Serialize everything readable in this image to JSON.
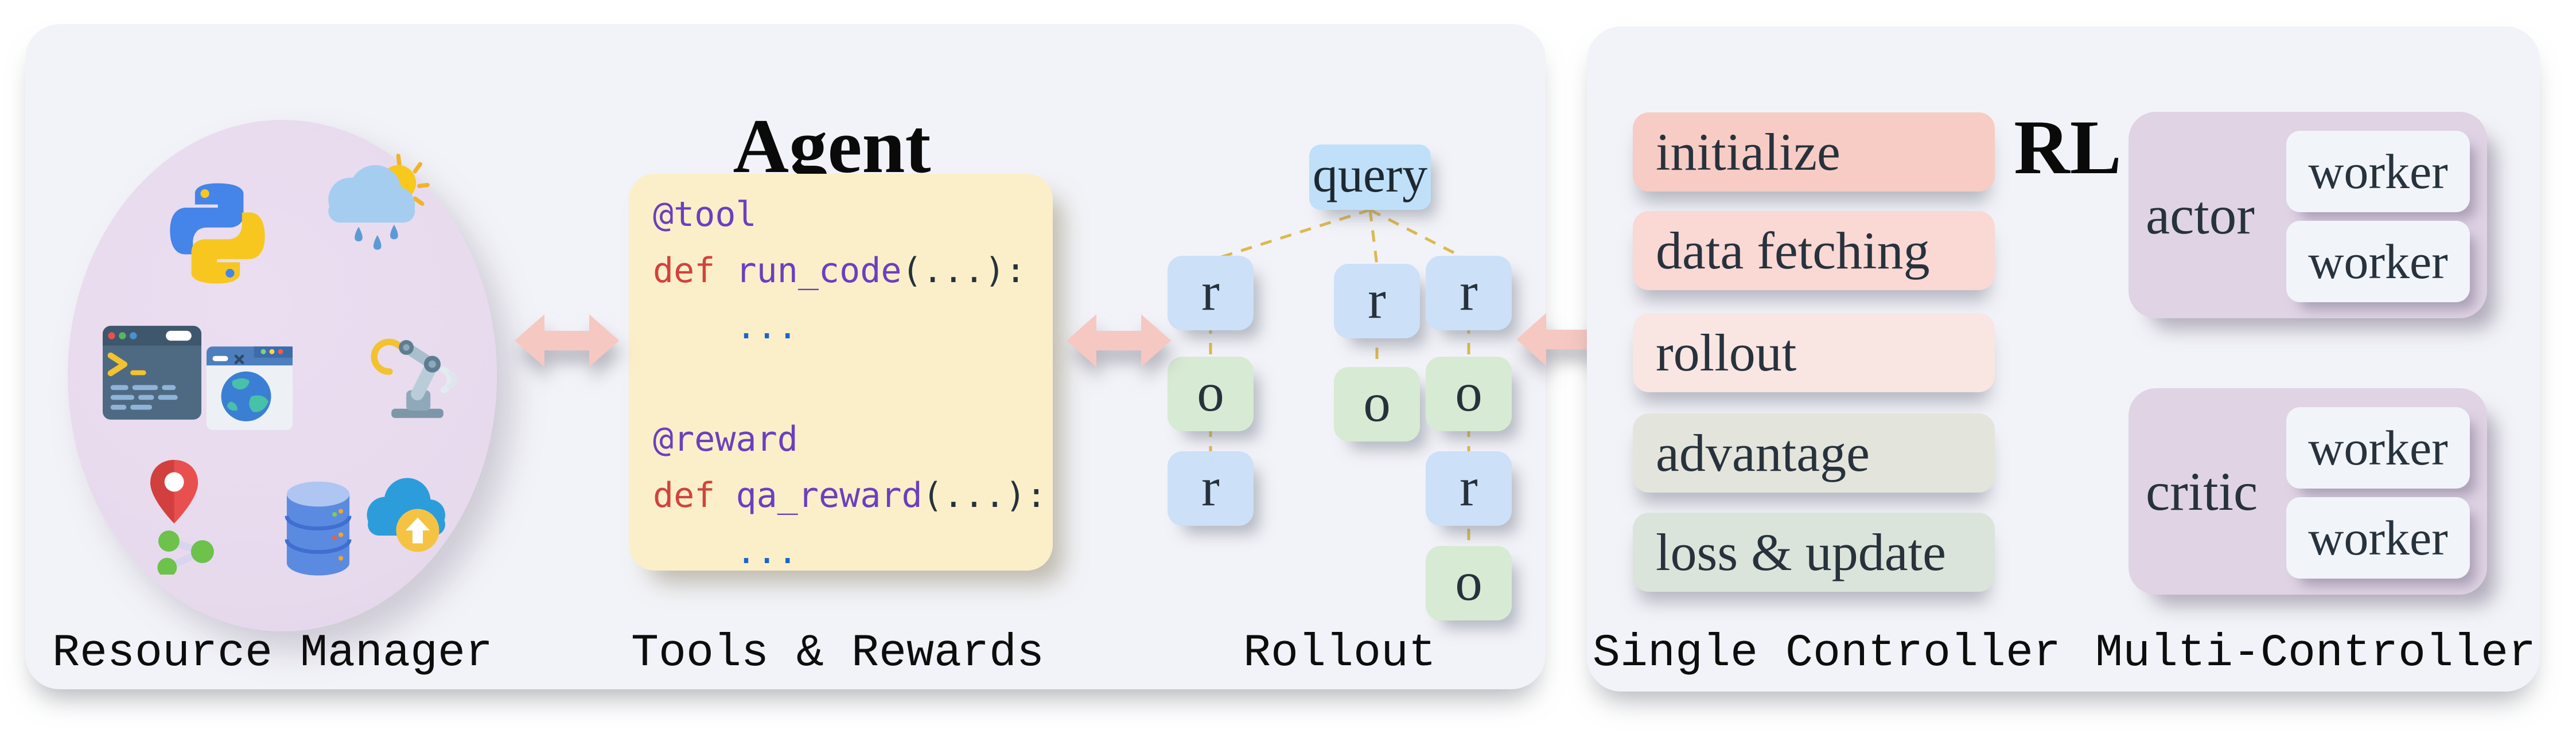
{
  "agent": {
    "title": "Agent",
    "resource_manager": {
      "label": "Resource Manager",
      "icons": [
        "python-icon",
        "weather-rain-sun-icon",
        "terminal-icon",
        "browser-globe-icon",
        "robot-arm-icon",
        "map-pin-network-icon",
        "database-icon",
        "cloud-upload-icon"
      ]
    },
    "tools_rewards": {
      "label": "Tools & Rewards",
      "code_lines": [
        [
          [
            "@tool",
            "keyword"
          ]
        ],
        [
          [
            "def ",
            "defkw"
          ],
          [
            "run_code",
            "keyword"
          ],
          [
            "(...):",
            "plain"
          ]
        ],
        [
          [
            "    ...",
            "blue"
          ]
        ],
        [],
        [
          [
            "@reward",
            "keyword"
          ]
        ],
        [
          [
            "def ",
            "defkw"
          ],
          [
            "qa_reward",
            "keyword"
          ],
          [
            "(...):",
            "plain"
          ]
        ],
        [
          [
            "    ...",
            "blue"
          ]
        ]
      ]
    },
    "rollout_tree": {
      "label": "Rollout",
      "query": "query",
      "columns": [
        {
          "nodes": [
            "r",
            "o",
            "r"
          ]
        },
        {
          "nodes": [
            "r",
            "o"
          ]
        },
        {
          "nodes": [
            "r",
            "o",
            "r",
            "o"
          ]
        }
      ]
    }
  },
  "rl": {
    "title": "RL",
    "single_controller": {
      "label": "Single Controller",
      "steps": [
        {
          "label": "initialize",
          "bg": "#F7CCC4"
        },
        {
          "label": "data fetching",
          "bg": "#FAD8D3"
        },
        {
          "label": "rollout",
          "bg": "#F9E5E2"
        },
        {
          "label": "advantage",
          "bg": "#E3E5DC"
        },
        {
          "label": "loss & update",
          "bg": "#DBE4DA"
        }
      ]
    },
    "multi_controller": {
      "label": "Multi-Controller",
      "groups": [
        {
          "name": "actor",
          "workers": [
            "worker",
            "worker"
          ]
        },
        {
          "name": "critic",
          "workers": [
            "worker",
            "worker"
          ]
        }
      ]
    }
  },
  "colors": {
    "page_background": "#FFFFFF",
    "panel_background": "#F2F3F8",
    "resource_circle": "#E8DCEE",
    "code_box": "#FBEFC9",
    "query_node": "#BFE0F8",
    "r_node": "#CCE0F8",
    "o_node": "#D7EAD3",
    "dashed_connector": "#DCB94F",
    "arrow_pink": "#F6C8C2",
    "multi_controller_group": "#DFD3E4",
    "worker_box": "#F1F4F9",
    "dark_text": "#27323C",
    "code": {
      "keyword": "#6B3FBF",
      "defkw": "#D1423E",
      "plain": "#26323B",
      "blue": "#1767CB"
    }
  }
}
